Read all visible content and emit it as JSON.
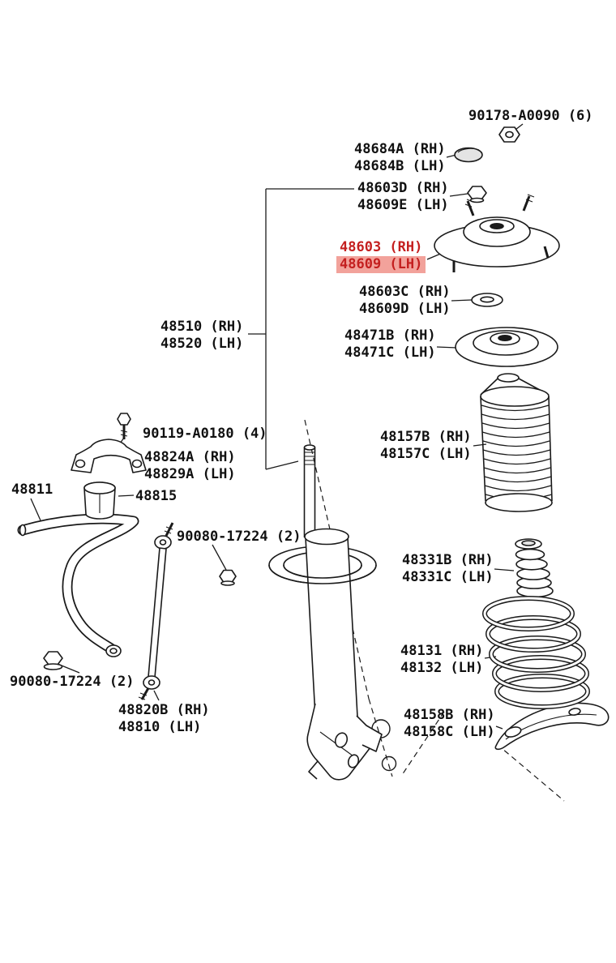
{
  "colors": {
    "line": "#1a1a1a",
    "label": "#111111",
    "highlight_text": "#c41f1f",
    "highlight_bg": "#f2a29b",
    "page_bg": "#ffffff"
  },
  "selection": {
    "highlighted_label": "48609 (LH)"
  },
  "labels": {
    "top_nut": {
      "lines": [
        "90178-A0090 (6)"
      ]
    },
    "cap": {
      "lines": [
        "48684A (RH)",
        "48684B (LH)"
      ]
    },
    "strut_nut": {
      "lines": [
        "48603D (RH)",
        "48609E (LH)"
      ]
    },
    "support": {
      "lines": [
        "48603 (RH)",
        "48609 (LH)"
      ],
      "highlighted": true
    },
    "washer": {
      "lines": [
        "48603C (RH)",
        "48609D (LH)"
      ]
    },
    "upper_seat": {
      "lines": [
        "48471B (RH)",
        "48471C (LH)"
      ]
    },
    "shock": {
      "lines": [
        "48510 (RH)",
        "48520 (LH)"
      ]
    },
    "boot": {
      "lines": [
        "48157B (RH)",
        "48157C (LH)"
      ]
    },
    "bracket_bolt": {
      "lines": [
        "90119-A0180 (4)"
      ]
    },
    "bar_bracket": {
      "lines": [
        "48824A (RH)",
        "48829A (LH)"
      ]
    },
    "bushing": {
      "lines": [
        "48815"
      ]
    },
    "bar": {
      "lines": [
        "48811"
      ]
    },
    "link_nut_upper": {
      "lines": [
        "90080-17224 (2)"
      ]
    },
    "bump_stop": {
      "lines": [
        "48331B (RH)",
        "48331C (LH)"
      ]
    },
    "spring": {
      "lines": [
        "48131 (RH)",
        "48132 (LH)"
      ]
    },
    "link_nut_lower": {
      "lines": [
        "90080-17224 (2)"
      ]
    },
    "link": {
      "lines": [
        "48820B (RH)",
        "48810 (LH)"
      ]
    },
    "lower_seat": {
      "lines": [
        "48158B (RH)",
        "48158C (LH)"
      ]
    }
  }
}
